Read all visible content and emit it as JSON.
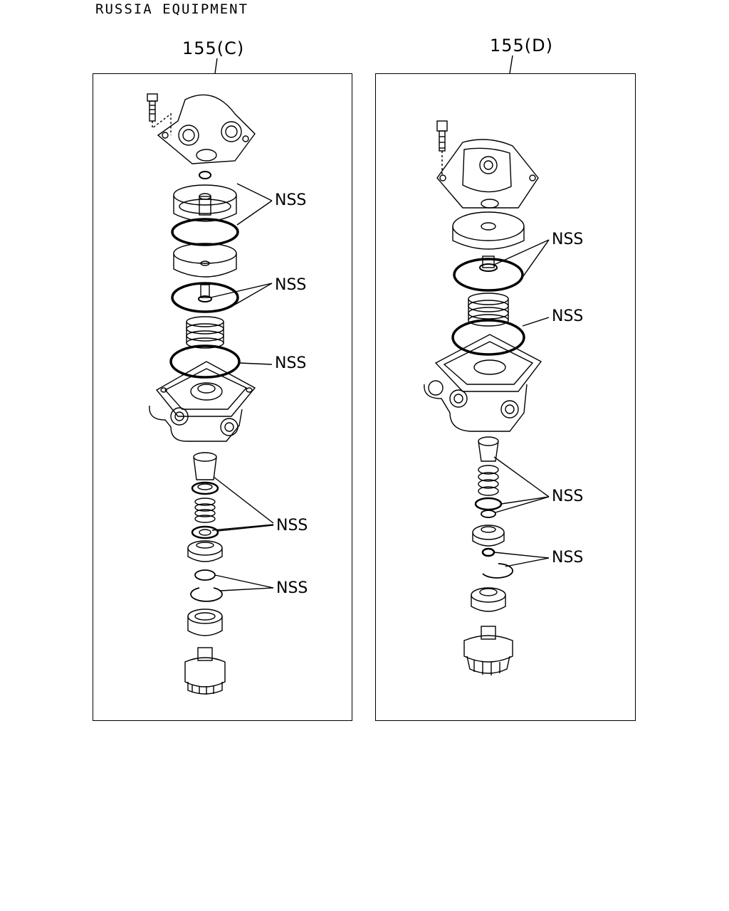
{
  "header": {
    "title": "RUSSIA EQUIPMENT"
  },
  "panels": [
    {
      "label": "155(C)",
      "callouts": [
        "NSS",
        "NSS",
        "NSS",
        "NSS",
        "NSS"
      ]
    },
    {
      "label": "155(D)",
      "callouts": [
        "NSS",
        "NSS",
        "NSS",
        "NSS"
      ]
    }
  ]
}
